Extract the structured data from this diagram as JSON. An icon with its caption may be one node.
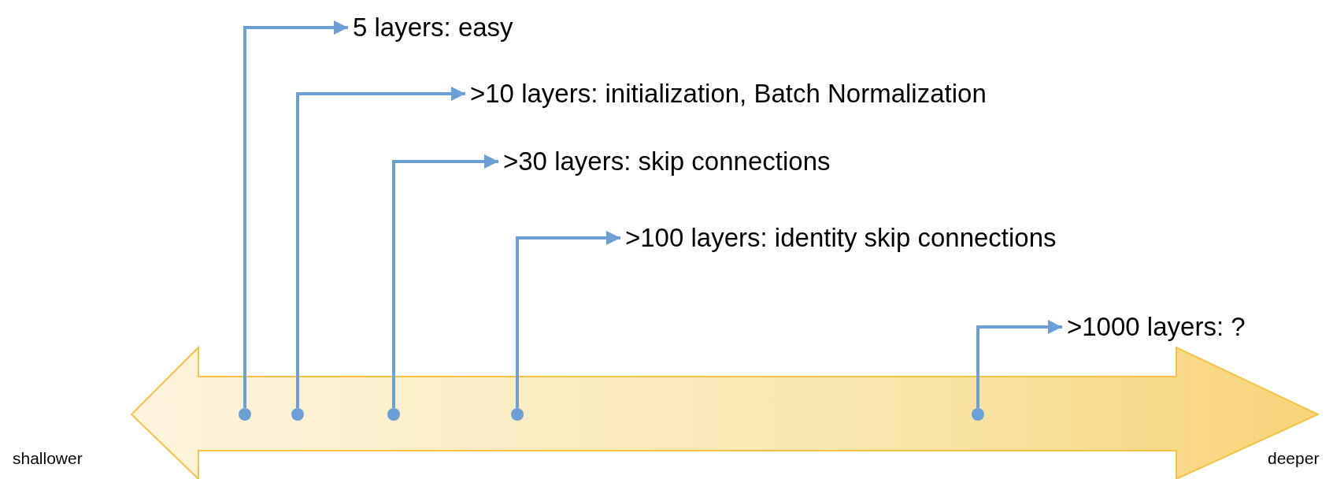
{
  "diagram": {
    "nodes": [
      {
        "text": [
          "5 layers: easy"
        ]
      },
      {
        "text": [
          ">10 layers: initialization, Batch Normalization"
        ]
      },
      {
        "text": [
          ">30 layers: skip connections"
        ]
      },
      {
        "text": [
          ">100 layers: identity skip connections"
        ]
      },
      {
        "text": [
          ">1000 layers: ?"
        ]
      },
      {
        "text": [],
        "shape": "circle"
      },
      {
        "text": [],
        "shape": "circle"
      },
      {
        "text": [],
        "shape": "circle"
      },
      {
        "text": [],
        "shape": "circle"
      },
      {
        "text": [],
        "shape": "circle"
      }
    ],
    "edges": [
      {
        "from": 5,
        "to": 0,
        "arrow": "to"
      },
      {
        "from": 6,
        "to": 1,
        "arrow": "to"
      },
      {
        "from": 7,
        "to": 2,
        "arrow": "to"
      },
      {
        "from": 8,
        "to": 3,
        "arrow": "to"
      },
      {
        "from": 9,
        "to": 4,
        "arrow": "to"
      }
    ],
    "labels": [
      "shallower",
      "deeper"
    ]
  }
}
